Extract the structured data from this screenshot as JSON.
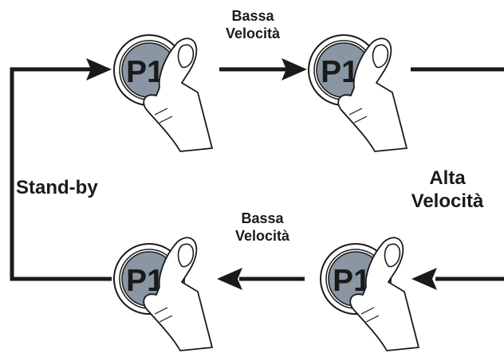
{
  "button_label": "P1",
  "labels": {
    "top_bassa_1": "Bassa",
    "top_bassa_2": "Velocità",
    "bottom_bassa_1": "Bassa",
    "bottom_bassa_2": "Velocità",
    "standby": "Stand-by",
    "alta_1": "Alta",
    "alta_2": "Velocità"
  },
  "colors": {
    "button_fill": "#8a96a3",
    "line": "#1a1a1a",
    "finger_fill": "#ffffff"
  }
}
